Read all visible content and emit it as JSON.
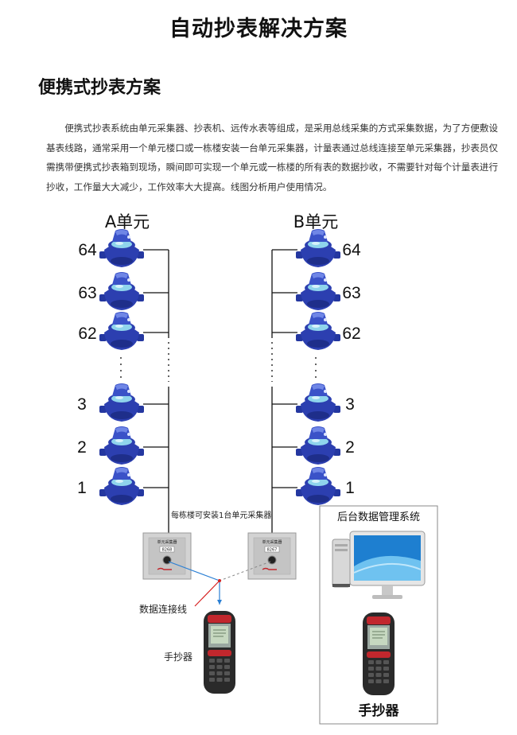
{
  "main_title": "自动抄表解决方案",
  "section_title": "便携式抄表方案",
  "description": "便携式抄表系统由单元采集器、抄表机、远传水表等组成，是采用总线采集的方式采集数据，为了方便敷设基表线路，通常采用一个单元楼口或一栋楼安装一台单元采集器，计量表通过总线连接至单元采集器，抄表员仅需携带便携式抄表箱到现场，瞬间即可实现一个单元或一栋楼的所有表的数据抄收，不需要针对每个计量表进行抄收，工作量大大减少，工作效率大大提高。线图分析用户使用情况。",
  "diagram": {
    "unit_a": {
      "label": "A单元",
      "meter_numbers": [
        "64",
        "63",
        "62",
        "3",
        "2",
        "1"
      ]
    },
    "unit_b": {
      "label": "B单元",
      "meter_numbers": [
        "64",
        "63",
        "62",
        "3",
        "2",
        "1"
      ]
    },
    "collector_note": "每栋楼可安装1台单元采集器",
    "collector_a": {
      "title": "单元采集器",
      "code": "8268"
    },
    "collector_b": {
      "title": "单元采集器",
      "code": "8267"
    },
    "data_line_label": "数据连接线",
    "handheld_label": "手抄器",
    "backend": {
      "title": "后台数据管理系统",
      "handheld_label": "手抄器"
    }
  },
  "colors": {
    "meter_blue": "#2c3fb0",
    "meter_dial": "#8fd4ec",
    "wire": "#111111",
    "data_line_blue": "#2a7fd4",
    "data_line_red": "#d62020",
    "collector_gray": "#c9c9c9"
  }
}
